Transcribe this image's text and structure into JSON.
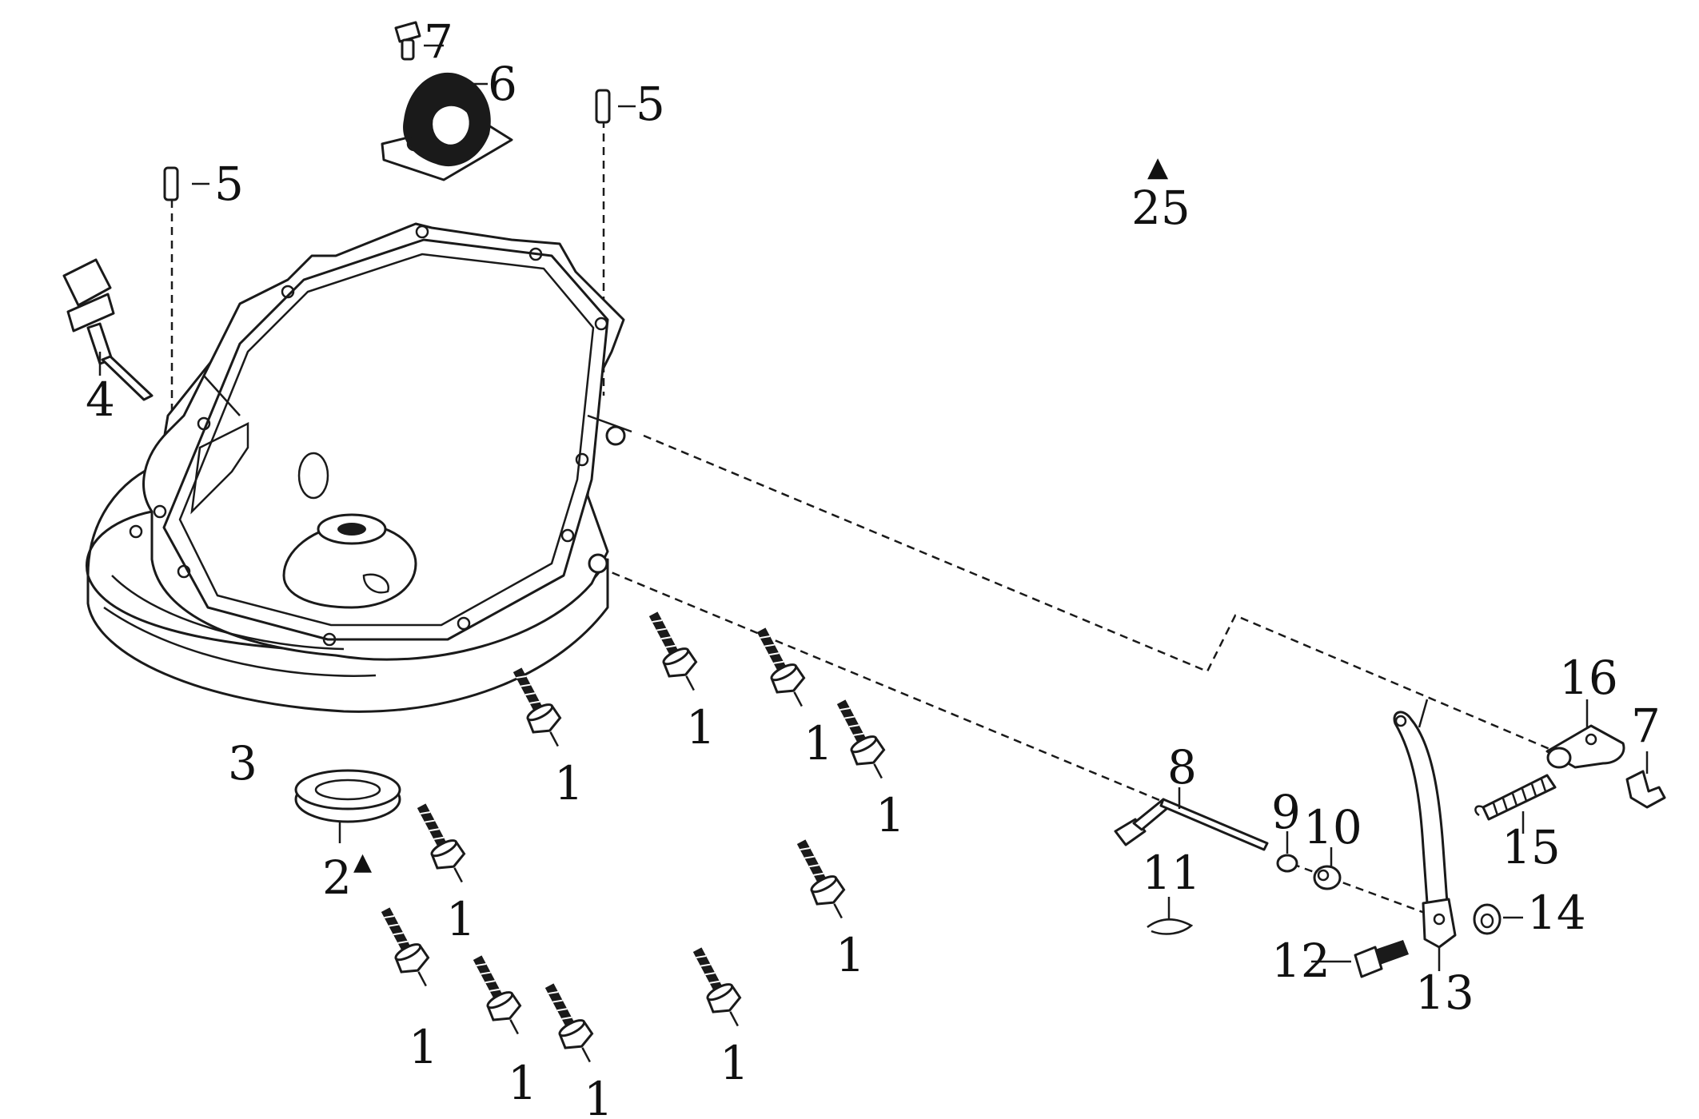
{
  "callouts": {
    "p1": "1",
    "p2": "2",
    "p3": "3",
    "p4": "4",
    "p5": "5",
    "p6": "6",
    "p7": "7",
    "p8": "8",
    "p9": "9",
    "p10": "10",
    "p11": "11",
    "p12": "12",
    "p13": "13",
    "p14": "14",
    "p15": "15",
    "p16": "16",
    "p25": "25"
  },
  "markers": {
    "triangle": "▲"
  },
  "colors": {
    "line": "#1a1a1a",
    "background": "#ffffff"
  }
}
